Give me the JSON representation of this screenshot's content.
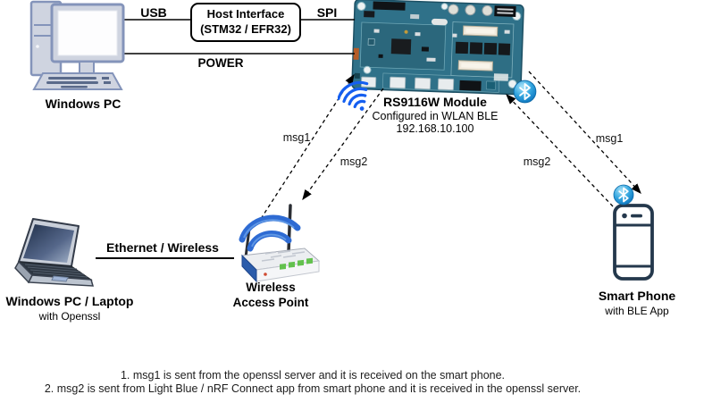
{
  "devices": {
    "windows_pc": {
      "label": "Windows PC"
    },
    "host_interface": {
      "line1": "Host Interface",
      "line2": "(STM32 / EFR32)"
    },
    "rs9116w_module": {
      "name": "RS9116W Module",
      "mode": "Configured in WLAN BLE",
      "ip": "192.168.10.100"
    },
    "wireless_access_point": {
      "line1": "Wireless",
      "line2": "Access Point"
    },
    "windows_laptop": {
      "label": "Windows PC / Laptop",
      "sublabel": "with Openssl"
    },
    "smart_phone": {
      "label": "Smart Phone",
      "sublabel": "with BLE App"
    }
  },
  "connections": {
    "usb": "USB",
    "spi": "SPI",
    "power": "POWER",
    "ethernet": "Ethernet / Wireless",
    "wlan_msg1": "msg1",
    "wlan_msg2": "msg2",
    "ble_msg1": "msg1",
    "ble_msg2": "msg2"
  },
  "icons": {
    "wifi": "wifi-signal-icon",
    "bluetooth_board": "bluetooth-icon",
    "bluetooth_phone": "bluetooth-icon"
  },
  "notes": [
    "1. msg1 is sent from the openssl server and it is received on the smart phone.",
    "2. msg2 is sent from Light Blue / nRF Connect app from smart phone and it is received in the openssl server."
  ],
  "colors": {
    "wifi_blue": "#155ff0",
    "bluetooth_blue": "#2ba0dc",
    "pcb_teal": "#2f7189",
    "pc_outline": "#8494ba",
    "router_blue": "#2b5cab",
    "line": "#000000"
  }
}
